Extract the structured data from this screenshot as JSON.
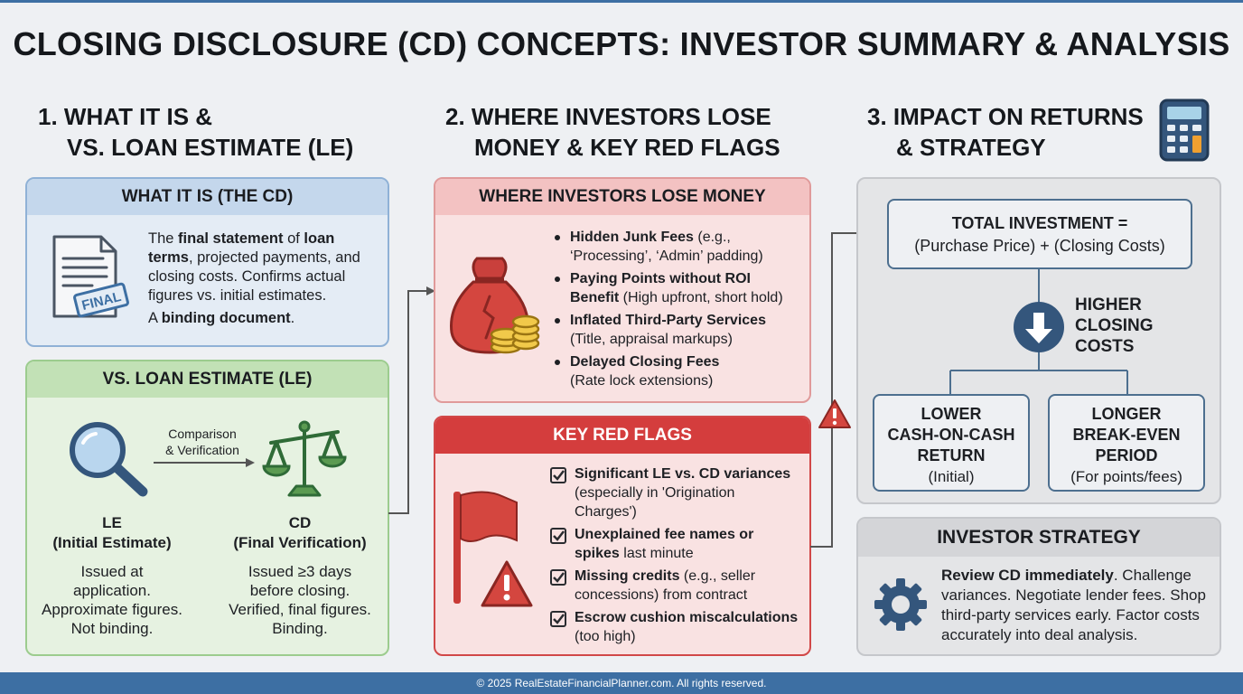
{
  "title": "CLOSING DISCLOSURE (CD) CONCEPTS: INVESTOR SUMMARY & ANALYSIS",
  "col1": {
    "heading_line1": "1. WHAT IT IS &",
    "heading_line2": "VS. LOAN ESTIMATE (LE)",
    "what_panel": {
      "title": "WHAT IT IS (THE CD)",
      "doc_stamp": "FINAL",
      "p1": "The ",
      "p1_bold": "final statement",
      "p2": " of ",
      "p2_bold": "loan terms",
      "p3": ", projected payments, and closing costs. Confirms actual figures vs. initial estimates.",
      "p4": "A ",
      "p4_bold": "binding document",
      "p5": "."
    },
    "le_panel": {
      "title": "VS. LOAN ESTIMATE (LE)",
      "arrow_line1": "Comparison",
      "arrow_line2": "& Verification",
      "le_title": "LE",
      "le_sub": "(Initial Estimate)",
      "le_l1": "Issued at",
      "le_l2": "application.",
      "le_l3": "Approximate figures.",
      "le_l4": "Not binding.",
      "cd_title": "CD",
      "cd_sub": "(Final Verification)",
      "cd_l1": "Issued ≥3 days",
      "cd_l2": "before closing.",
      "cd_l3": "Verified, final figures.",
      "cd_l4": "Binding."
    }
  },
  "col2": {
    "heading_line1": "2. WHERE INVESTORS LOSE",
    "heading_line2": "MONEY & KEY RED FLAGS",
    "lose_panel": {
      "title": "WHERE INVESTORS LOSE MONEY",
      "items": [
        {
          "bold": "Hidden Junk Fees",
          "rest1": " (e.g.,",
          "line2": "‘Processing’, ‘Admin’ padding)"
        },
        {
          "bold": "Paying Points without ROI",
          "rest1": "",
          "bold2": "Benefit",
          "line2": " (High upfront, short hold)"
        },
        {
          "bold": "Inflated Third-Party Services",
          "rest1": "",
          "line2": "(Title, appraisal markups)"
        },
        {
          "bold": "Delayed Closing Fees",
          "rest1": "",
          "line2": "(Rate lock extensions)"
        }
      ]
    },
    "flags_panel": {
      "title": "KEY RED FLAGS",
      "items": [
        {
          "l1_bold": "Significant LE vs. CD variances",
          "l2": "(especially in 'Origination",
          "l3": "Charges')"
        },
        {
          "l1_bold": "Unexplained fee names or",
          "l2_bold": "spikes",
          "l2": " last minute"
        },
        {
          "l1_bold": "Missing credits",
          "l1": " (e.g., seller",
          "l2": "concessions) from contract"
        },
        {
          "l1_bold": "Escrow cushion miscalculations",
          "l2": "(too high)"
        }
      ]
    }
  },
  "col3": {
    "heading_line1": "3. IMPACT ON RETURNS",
    "heading_line2": "& STRATEGY",
    "total_line1": "TOTAL INVESTMENT =",
    "total_line2": "(Purchase Price) + (Closing Costs)",
    "higher_l1": "HIGHER",
    "higher_l2": "CLOSING",
    "higher_l3": "COSTS",
    "lower_l1": "LOWER",
    "lower_l2": "CASH-ON-CASH",
    "lower_l3": "RETURN",
    "lower_l4": "(Initial)",
    "longer_l1": "LONGER",
    "longer_l2": "BREAK-EVEN",
    "longer_l3": "PERIOD",
    "longer_l4": "(For points/fees)",
    "strategy_title": "INVESTOR STRATEGY",
    "strategy_bold": "Review CD immediately",
    "strategy_rest": ". Challenge variances. Negotiate lender fees. Shop third-party services early. Factor costs accurately into deal analysis."
  },
  "footer": "© 2025 RealEstateFinancialPlanner.com. All rights reserved.",
  "icons": [
    "document-icon",
    "magnifier-icon",
    "scales-icon",
    "money-bag-icon",
    "coins-icon",
    "warning-icon",
    "red-flag-icon",
    "checkbox-icon",
    "calculator-icon",
    "down-arrow-icon",
    "gear-icon"
  ]
}
